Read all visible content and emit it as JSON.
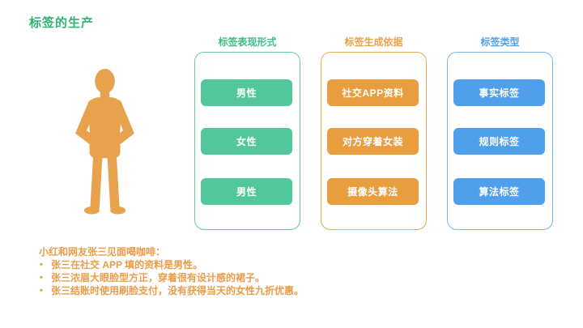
{
  "title": "标签的生产",
  "columns": [
    {
      "header": "标签表现形式",
      "theme": "green",
      "items": [
        "男性",
        "女性",
        "男性"
      ]
    },
    {
      "header": "标签生成依据",
      "theme": "orange",
      "items": [
        "社交APP资料",
        "对方穿着女装",
        "摄像头算法"
      ]
    },
    {
      "header": "标签类型",
      "theme": "blue",
      "items": [
        "事实标签",
        "规则标签",
        "算法标签"
      ]
    }
  ],
  "notes": {
    "intro": "小红和网友张三见面喝咖啡：",
    "bullets": [
      "张三在社交 APP 填的资料是男性。",
      "张三浓眉大眼脸型方正，穿着很有设计感的裙子。",
      "张三结账时使用刷脸支付，没有获得当天的女性九折优惠。"
    ]
  },
  "figure": {
    "name": "person-silhouette",
    "color": "#E8A24D"
  },
  "colors": {
    "title_green": "#2FB374",
    "green_fill": "#52C79B",
    "green_border": "#62CCA7",
    "orange_fill": "#E89D3E",
    "orange_border": "#E9A854",
    "blue_fill": "#509FEA",
    "blue_border": "#77B7F1",
    "notes_text": "#ED9B47",
    "figure_orange": "#E8A24D"
  }
}
